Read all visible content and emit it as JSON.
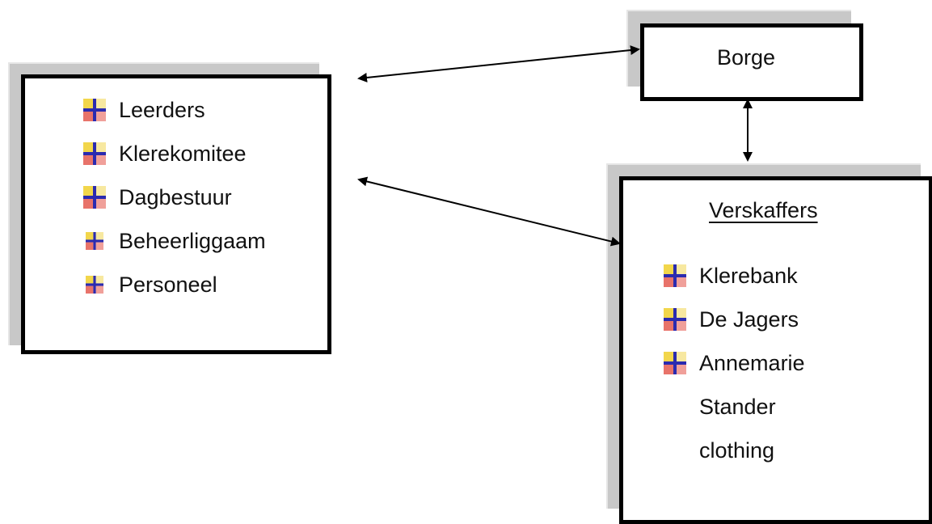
{
  "stakeholders_box": {
    "items": [
      "Leerders",
      "Klerekomitee",
      "Dagbestuur",
      "Beheerliggaam",
      "Personeel"
    ]
  },
  "borge_box": {
    "title": "Borge"
  },
  "verskaffers_box": {
    "title": "Verskaffers",
    "items": [
      "Klerebank",
      "De Jagers",
      "Annemarie"
    ],
    "continuation_lines": [
      "Stander",
      "clothing"
    ]
  },
  "icons": {
    "bullet": "quarter-split-plus-icon"
  },
  "colors": {
    "border": "#000000",
    "shadow": "#c8c8c8",
    "bullet_yellow": "#f2d64b",
    "bullet_red": "#e8736a",
    "bullet_blue": "#2b2bb0"
  }
}
